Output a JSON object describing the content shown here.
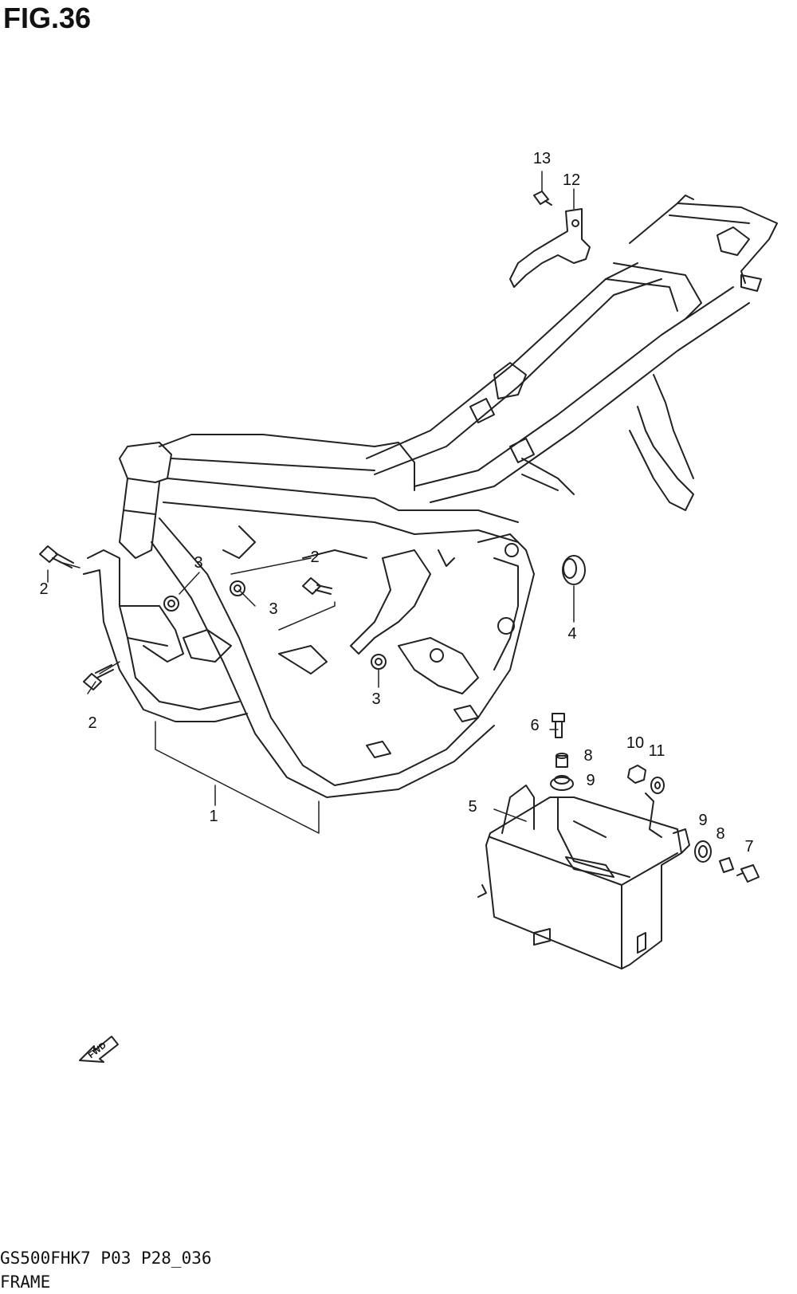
{
  "figure": {
    "title": "FIG.36"
  },
  "callouts": [
    "1",
    "2",
    "2",
    "2",
    "3",
    "3",
    "3",
    "4",
    "5",
    "6",
    "7",
    "8",
    "8",
    "9",
    "9",
    "10",
    "11",
    "12",
    "13"
  ],
  "fwd_label": "FWD",
  "footer": {
    "code": "GS500FHK7 P03 P28_036",
    "name": "FRAME"
  }
}
